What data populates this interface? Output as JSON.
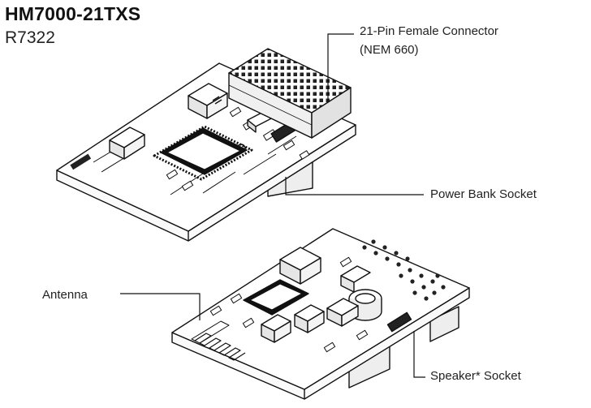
{
  "header": {
    "model": "HM7000-21TXS",
    "code": "R7322"
  },
  "callouts": {
    "connector_line1": "21-Pin Female Connector",
    "connector_line2": "(NEM 660)",
    "power_bank": "Power Bank Socket",
    "antenna": "Antenna",
    "speaker": "Speaker* Socket"
  }
}
